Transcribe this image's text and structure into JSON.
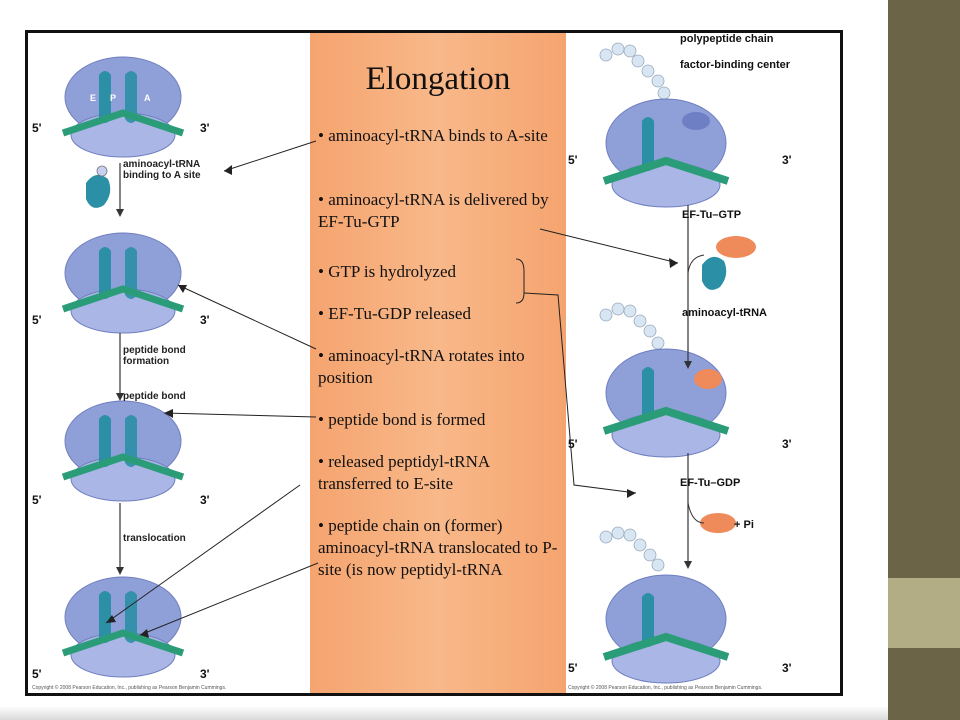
{
  "center": {
    "title": "Elongation",
    "bullets": [
      "• aminoacyl-tRNA binds to A-site",
      "• aminoacyl-tRNA is delivered by EF-Tu-GTP",
      "• GTP is hydrolyzed",
      "• EF-Tu-GDP released",
      "• aminoacyl-tRNA rotates into position",
      "• peptide bond is formed",
      "• released peptidyl-tRNA transferred to E-site",
      "• peptide chain on (former) aminoacyl-tRNA translocated to P-site (is now peptidyl-tRNA"
    ]
  },
  "left_figure": {
    "steps": [
      "aminoacyl-tRNA binding to A site",
      "peptide bond formation",
      "peptide bond",
      "translocation"
    ],
    "site_labels": [
      "E",
      "P",
      "A"
    ],
    "end5": "5'",
    "end3": "3'",
    "copyright": "Copyright © 2008 Pearson Education, Inc., publishing as Pearson Benjamin Cummings."
  },
  "right_figure": {
    "labels": [
      "polypeptide chain",
      "factor-binding center",
      "EF-Tu–GTP",
      "aminoacyl-tRNA",
      "EF-Tu–GDP",
      "+ Pi"
    ],
    "badges": [
      "GTP",
      "GDP"
    ],
    "copyright": "Copyright © 2008 Pearson Education, Inc., publishing as Pearson Benjamin Cummings."
  },
  "colors": {
    "ribosome": "#8f9fd8",
    "mrna": "#2a9d78",
    "trna": "#2b8fa6",
    "panel": "#f7ae7c",
    "ef_tu": "#ef8a5a"
  }
}
